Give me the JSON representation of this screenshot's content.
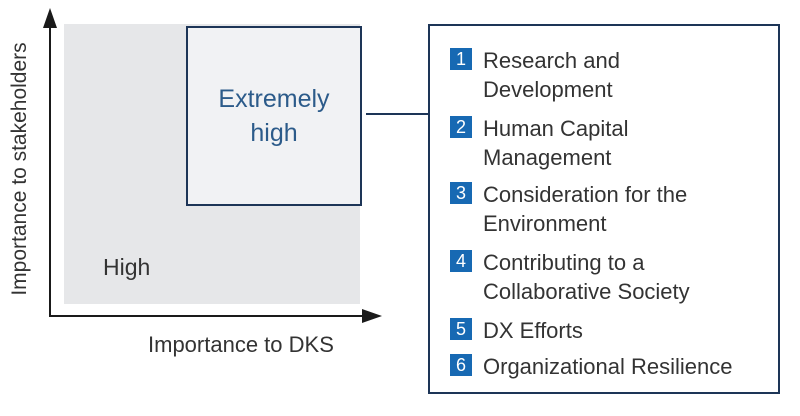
{
  "axes": {
    "y_label": "Importance to stakeholders",
    "x_label": "Importance to DKS"
  },
  "regions": {
    "high_label": "High",
    "extremely_high_line1": "Extremely",
    "extremely_high_line2": "high"
  },
  "topics": [
    {
      "number": "1",
      "line1": "Research and",
      "line2": "Development"
    },
    {
      "number": "2",
      "line1": "Human Capital",
      "line2": "Management"
    },
    {
      "number": "3",
      "line1": "Consideration for the",
      "line2": "Environment"
    },
    {
      "number": "4",
      "line1": "Contributing to a",
      "line2": "Collaborative Society"
    },
    {
      "number": "5",
      "line1": "DX Efforts",
      "line2": ""
    },
    {
      "number": "6",
      "line1": "Organizational Resilience",
      "line2": ""
    }
  ],
  "colors": {
    "border": "#1d3557",
    "badge": "#1769b3",
    "region_fill": "#e6e7e9",
    "accent_text": "#2c5b8a"
  }
}
